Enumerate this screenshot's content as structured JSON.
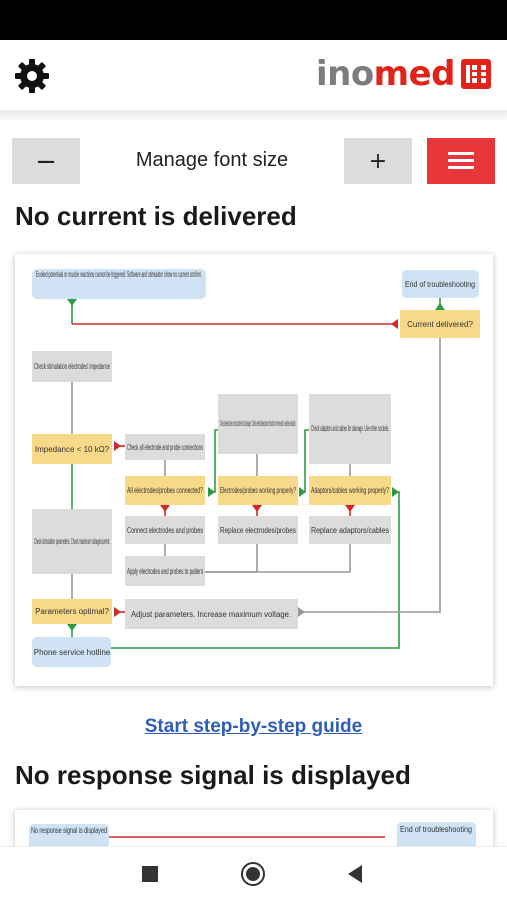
{
  "app": {
    "logo_part1": "ino",
    "logo_part2": "med",
    "brand_color": "#e2231a"
  },
  "font_size": {
    "decrease_label": "−",
    "label": "Manage font size",
    "increase_label": "+"
  },
  "sections": [
    {
      "title": "No current is delivered",
      "link": "Start step-by-step guide",
      "flowchart": {
        "start": "Evoked potentials or muscle reactions cannot be triggered. Software and stimulator show no current confirm.",
        "end": "End of troubleshooting",
        "current_delivered": "Current delivered?",
        "check_electrodes_impedance": "Check stimulation electrodes' impedance",
        "impedance_question": "Impedance < 10 kΩ?",
        "check_all_connections": "Check all electrode and probe connections",
        "all_connected_question": "All electrodes/probes connected?",
        "check_electrodes_damage": "Check electrodes and probes for damage. Check electrode/probe function immersed in saline solution.",
        "electrodes_working_question": "Electrodes/probes working properly?",
        "check_adaptors": "Check adaptors and cables for damage. Use other sockets.",
        "adaptors_working_question": "Adaptors/cables working properly?",
        "connect_electrodes": "Connect electrodes and probes",
        "replace_electrodes": "Replace electrodes/probes",
        "replace_adaptors": "Replace adaptors/cables",
        "apply_electrodes": "Apply electrodes and probes to patient",
        "check_parameters": "Check stimulation parameters. Check maximum voltage/current.",
        "parameters_question": "Parameters optimal?",
        "adjust_parameters": "Adjust parameters. Increase maximum voltage.",
        "phone_hotline": "Phone service hotline"
      }
    },
    {
      "title": "No response signal is displayed",
      "flowchart": {
        "start": "No response signal is displayed",
        "end": "End of troubleshooting"
      }
    }
  ]
}
